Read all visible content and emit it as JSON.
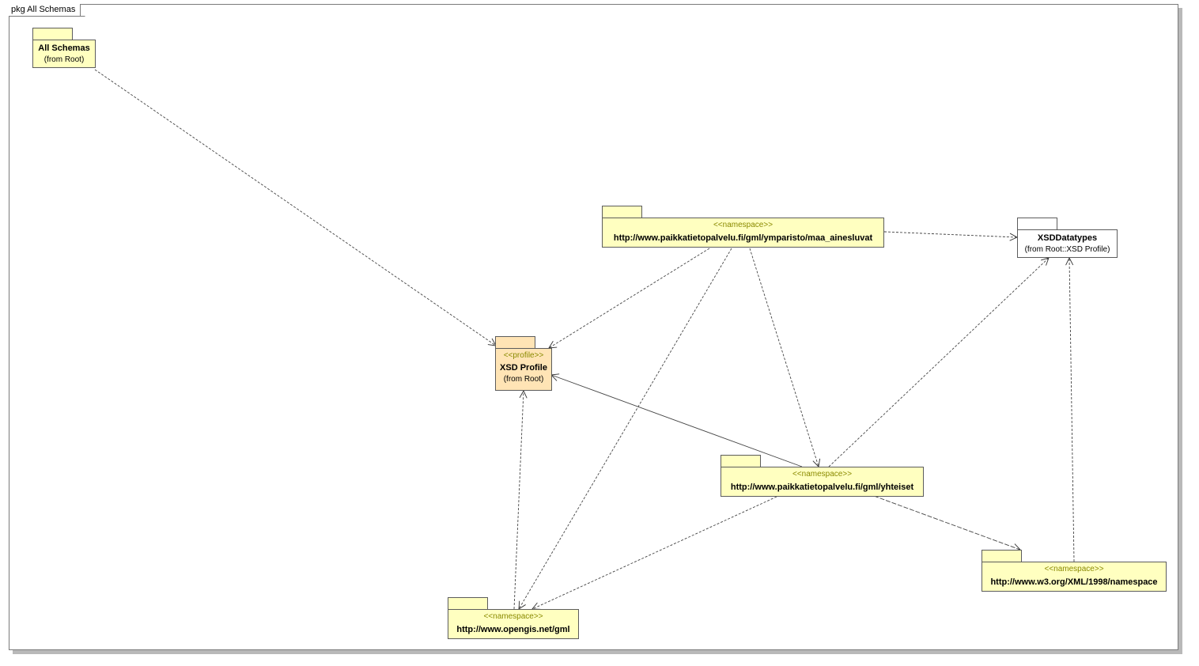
{
  "frame": {
    "title": "pkg All Schemas"
  },
  "packages": {
    "all_schemas": {
      "name": "All Schemas",
      "from": "(from Root)"
    },
    "xsd_profile": {
      "stereotype": "<<profile>>",
      "name": "XSD Profile",
      "from": "(from Root)"
    },
    "maa_ainesluvat": {
      "stereotype": "<<namespace>>",
      "name": "http://www.paikkatietopalvelu.fi/gml/ymparisto/maa_ainesluvat"
    },
    "xsd_datatypes": {
      "name": "XSDDatatypes",
      "from": "(from Root::XSD Profile)"
    },
    "yhteiset": {
      "stereotype": "<<namespace>>",
      "name": "http://www.paikkatietopalvelu.fi/gml/yhteiset"
    },
    "w3_namespace": {
      "stereotype": "<<namespace>>",
      "name": "http://www.w3.org/XML/1998/namespace"
    },
    "opengis_gml": {
      "stereotype": "<<namespace>>",
      "name": "http://www.opengis.net/gml"
    }
  },
  "colors": {
    "package_fill": "#ffffc0",
    "profile_fill": "#ffe4b5",
    "stereotype_text": "#8a8a00",
    "line": "#333333"
  }
}
